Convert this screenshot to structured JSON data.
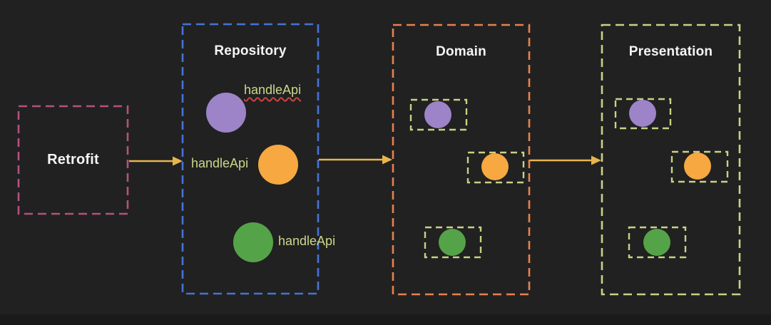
{
  "canvas": {
    "background_color": "#212121",
    "bottom_bar_color": "#1a1a1a"
  },
  "colors": {
    "arrow": "#e7b54d",
    "retrofit_border": "#b5517e",
    "repository_border": "#4673d8",
    "domain_border": "#e8814f",
    "presentation_border": "#c9d185",
    "slot_border": "#c9d185",
    "circle_purple": "#9d84c8",
    "circle_orange": "#f7a841",
    "circle_green": "#55a348",
    "label_text": "#ccd68a",
    "title_text": "#f5f5f5",
    "misspell_underline": "#c94444"
  },
  "boxes": {
    "retrofit": {
      "title": "Retrofit"
    },
    "repository": {
      "title": "Repository",
      "labels": {
        "purple": "handleApi",
        "orange": "handleApi",
        "green": "handleApi"
      }
    },
    "domain": {
      "title": "Domain"
    },
    "presentation": {
      "title": "Presentation"
    }
  }
}
